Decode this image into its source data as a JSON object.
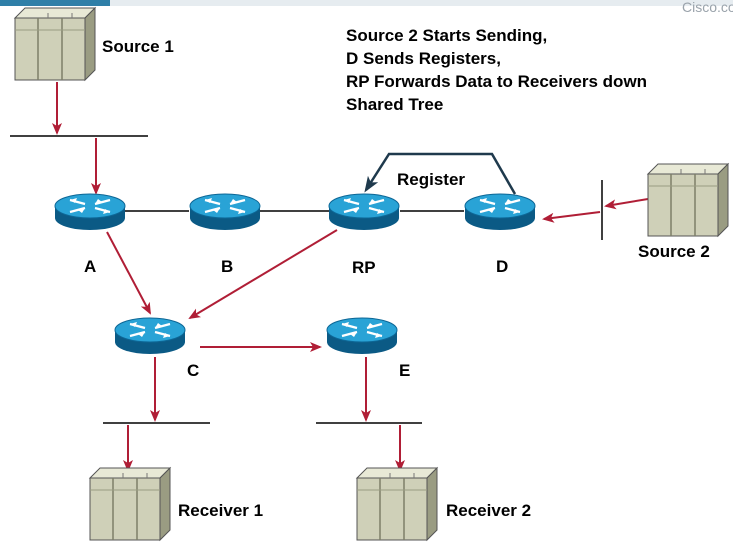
{
  "brand": {
    "text": "Cisco.co"
  },
  "title": {
    "lines": [
      "Source 2 Starts Sending,",
      "D Sends Registers,",
      "RP Forwards Data to Receivers down",
      "Shared Tree"
    ]
  },
  "hosts": {
    "source1": "Source 1",
    "source2": "Source 2",
    "receiver1": "Receiver 1",
    "receiver2": "Receiver 2"
  },
  "routers": {
    "A": "A",
    "B": "B",
    "RP": "RP",
    "C": "C",
    "D": "D",
    "E": "E"
  },
  "register_label": "Register",
  "colors": {
    "router_top": "#29a3d6",
    "router_side": "#0b5a85",
    "data_arrow": "#b01e36",
    "register_arrow": "#1f3a4d",
    "host_body": "#cfd0b8",
    "link": "#000000"
  }
}
